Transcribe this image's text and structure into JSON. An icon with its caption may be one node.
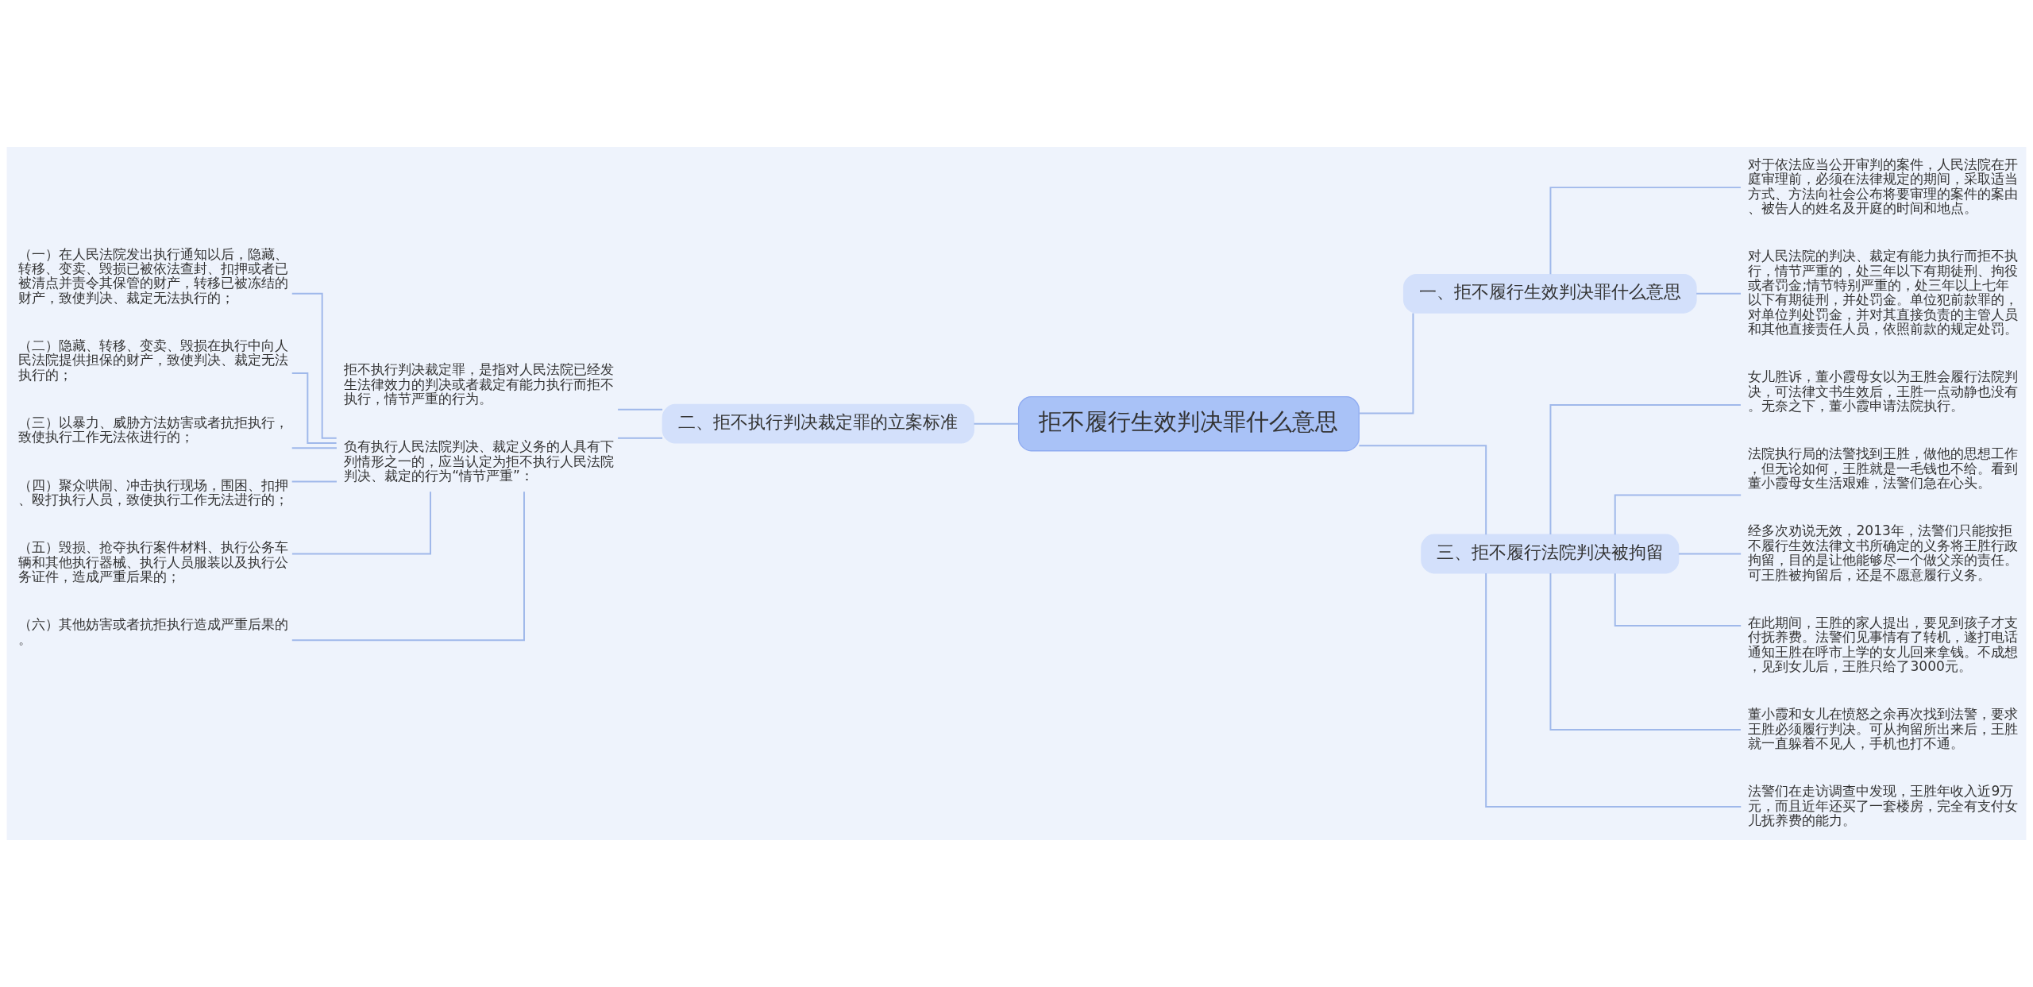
{
  "diagram": {
    "nodes": [
      {
        "text": [
          "拒不履行生效判决罪什么意思"
        ]
      },
      {
        "text": [
          "一、拒不履行生效判决罪什么意思"
        ]
      },
      {
        "text": [
          "对于依法应当公开审判的案件，人民法院在开庭审理前，必须在法律规定的期间，采取适当方式、方法向社会公布将要审理的案件的案由、被告人的姓名及开庭的时间和地点。"
        ]
      },
      {
        "text": [
          "对人民法院的判决、裁定有能力执行而拒不执行，情节严重的，处三年以下有期徒刑、拘役或者罚金;情节特别严重的，处三年以上七年以下有期徒刑，并处罚金。单位犯前款罪的，对单位判处罚金，并对其直接负责的主管人员和其他直接责任人员，依照前款的规定处罚。"
        ]
      },
      {
        "text": [
          "二、拒不执行判决裁定罪的立案标准"
        ]
      },
      {
        "text": [
          "拒不执行判决裁定罪，是指对人民法院已经发生法律效力的判决或者裁定有能力执行而拒不执行，情节严重的行为。"
        ]
      },
      {
        "text": [
          "负有执行人民法院判决、裁定义务的人具有下列情形之一的，应当认定为拒不执行人民法院判决、裁定的行为“情节严重”："
        ]
      },
      {
        "text": [
          "（一）在人民法院发出执行通知以后，隐藏、转移、变卖、毁损已被依法查封、扣押或者已被清点并责令其保管的财产，转移已被冻结的财产，致使判决、裁定无法执行的；"
        ]
      },
      {
        "text": [
          "（二）隐藏、转移、变卖、毁损在执行中向人民法院提供担保的财产，致使判决、裁定无法执行的；"
        ]
      },
      {
        "text": [
          "（三）以暴力、威胁方法妨害或者抗拒执行，致使执行工作无法依进行的；"
        ]
      },
      {
        "text": [
          "（四）聚众哄闹、冲击执行现场，围困、扣押、殴打执行人员，致使执行工作无法进行的；"
        ]
      },
      {
        "text": [
          "（五）毁损、抢夺执行案件材料、执行公务车辆和其他执行器械、执行人员服装以及执行公务证件，造成严重后果的；"
        ]
      },
      {
        "text": [
          "（六）其他妨害或者抗拒执行造成严重后果的。"
        ]
      },
      {
        "text": [
          "三、拒不履行法院判决被拘留"
        ]
      },
      {
        "text": [
          "女儿胜诉，董小霞母女以为王胜会履行法院判决，可法律文书生效后，王胜一点动静也没有。无奈之下，董小霞申请法院执行。"
        ]
      },
      {
        "text": [
          "法院执行局的法警找到王胜，做他的思想工作，但无论如何，王胜就是一毛钱也不给。看到董小霞母女生活艰难，法警们急在心头。"
        ]
      },
      {
        "text": [
          "经多次劝说无效，2013年，法警们只能按拒不履行生效法律文书所确定的义务将王胜行政拘留，目的是让他能够尽一个做父亲的责任。可王胜被拘留后，还是不愿意履行义务。"
        ]
      },
      {
        "text": [
          "在此期间，王胜的家人提出，要见到孩子才支付抚养费。法警们见事情有了转机，遂打电话通知王胜在呼市上学的女儿回来拿钱。不成想，见到女儿后，王胜只给了3000元。"
        ]
      },
      {
        "text": [
          "董小霞和女儿在愤怒之余再次找到法警，要求王胜必须履行判决。可从拘留所出来后，王胜就一直躲着不见人，手机也打不通。"
        ]
      },
      {
        "text": [
          "法警们在走访调查中发现，王胜年收入近9万元，而且近年还买了一套楼房，完全有支付女儿抚养费的能力。"
        ]
      }
    ],
    "edges": [
      {
        "from": 0,
        "to": 1,
        "arrow": "none"
      },
      {
        "from": 1,
        "to": 2,
        "arrow": "none"
      },
      {
        "from": 1,
        "to": 3,
        "arrow": "none"
      },
      {
        "from": 0,
        "to": 4,
        "arrow": "none"
      },
      {
        "from": 4,
        "to": 5,
        "arrow": "none"
      },
      {
        "from": 4,
        "to": 6,
        "arrow": "none"
      },
      {
        "from": 6,
        "to": 7,
        "arrow": "none"
      },
      {
        "from": 6,
        "to": 8,
        "arrow": "none"
      },
      {
        "from": 6,
        "to": 9,
        "arrow": "none"
      },
      {
        "from": 6,
        "to": 10,
        "arrow": "none"
      },
      {
        "from": 6,
        "to": 11,
        "arrow": "none"
      },
      {
        "from": 6,
        "to": 12,
        "arrow": "none"
      },
      {
        "from": 0,
        "to": 13,
        "arrow": "none"
      },
      {
        "from": 13,
        "to": 14,
        "arrow": "none"
      },
      {
        "from": 13,
        "to": 15,
        "arrow": "none"
      },
      {
        "from": 13,
        "to": 16,
        "arrow": "none"
      },
      {
        "from": 13,
        "to": 17,
        "arrow": "none"
      },
      {
        "from": 13,
        "to": 18,
        "arrow": "none"
      },
      {
        "from": 13,
        "to": 19,
        "arrow": "none"
      }
    ]
  }
}
